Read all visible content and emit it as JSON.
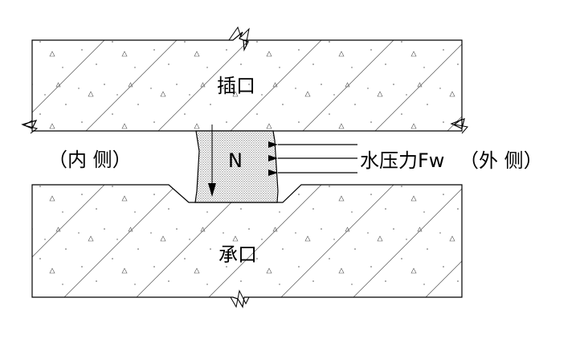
{
  "labels": {
    "spigot": "插口",
    "socket": "承口",
    "inner_side": "（内 侧）",
    "outer_side": "（外 侧）",
    "water_pressure": "水压力Fw",
    "seal_symbol": "N"
  },
  "colors": {
    "line": "#000000",
    "background": "#ffffff",
    "concrete_hatch": "#555555",
    "seal_hatch": "#777777"
  }
}
